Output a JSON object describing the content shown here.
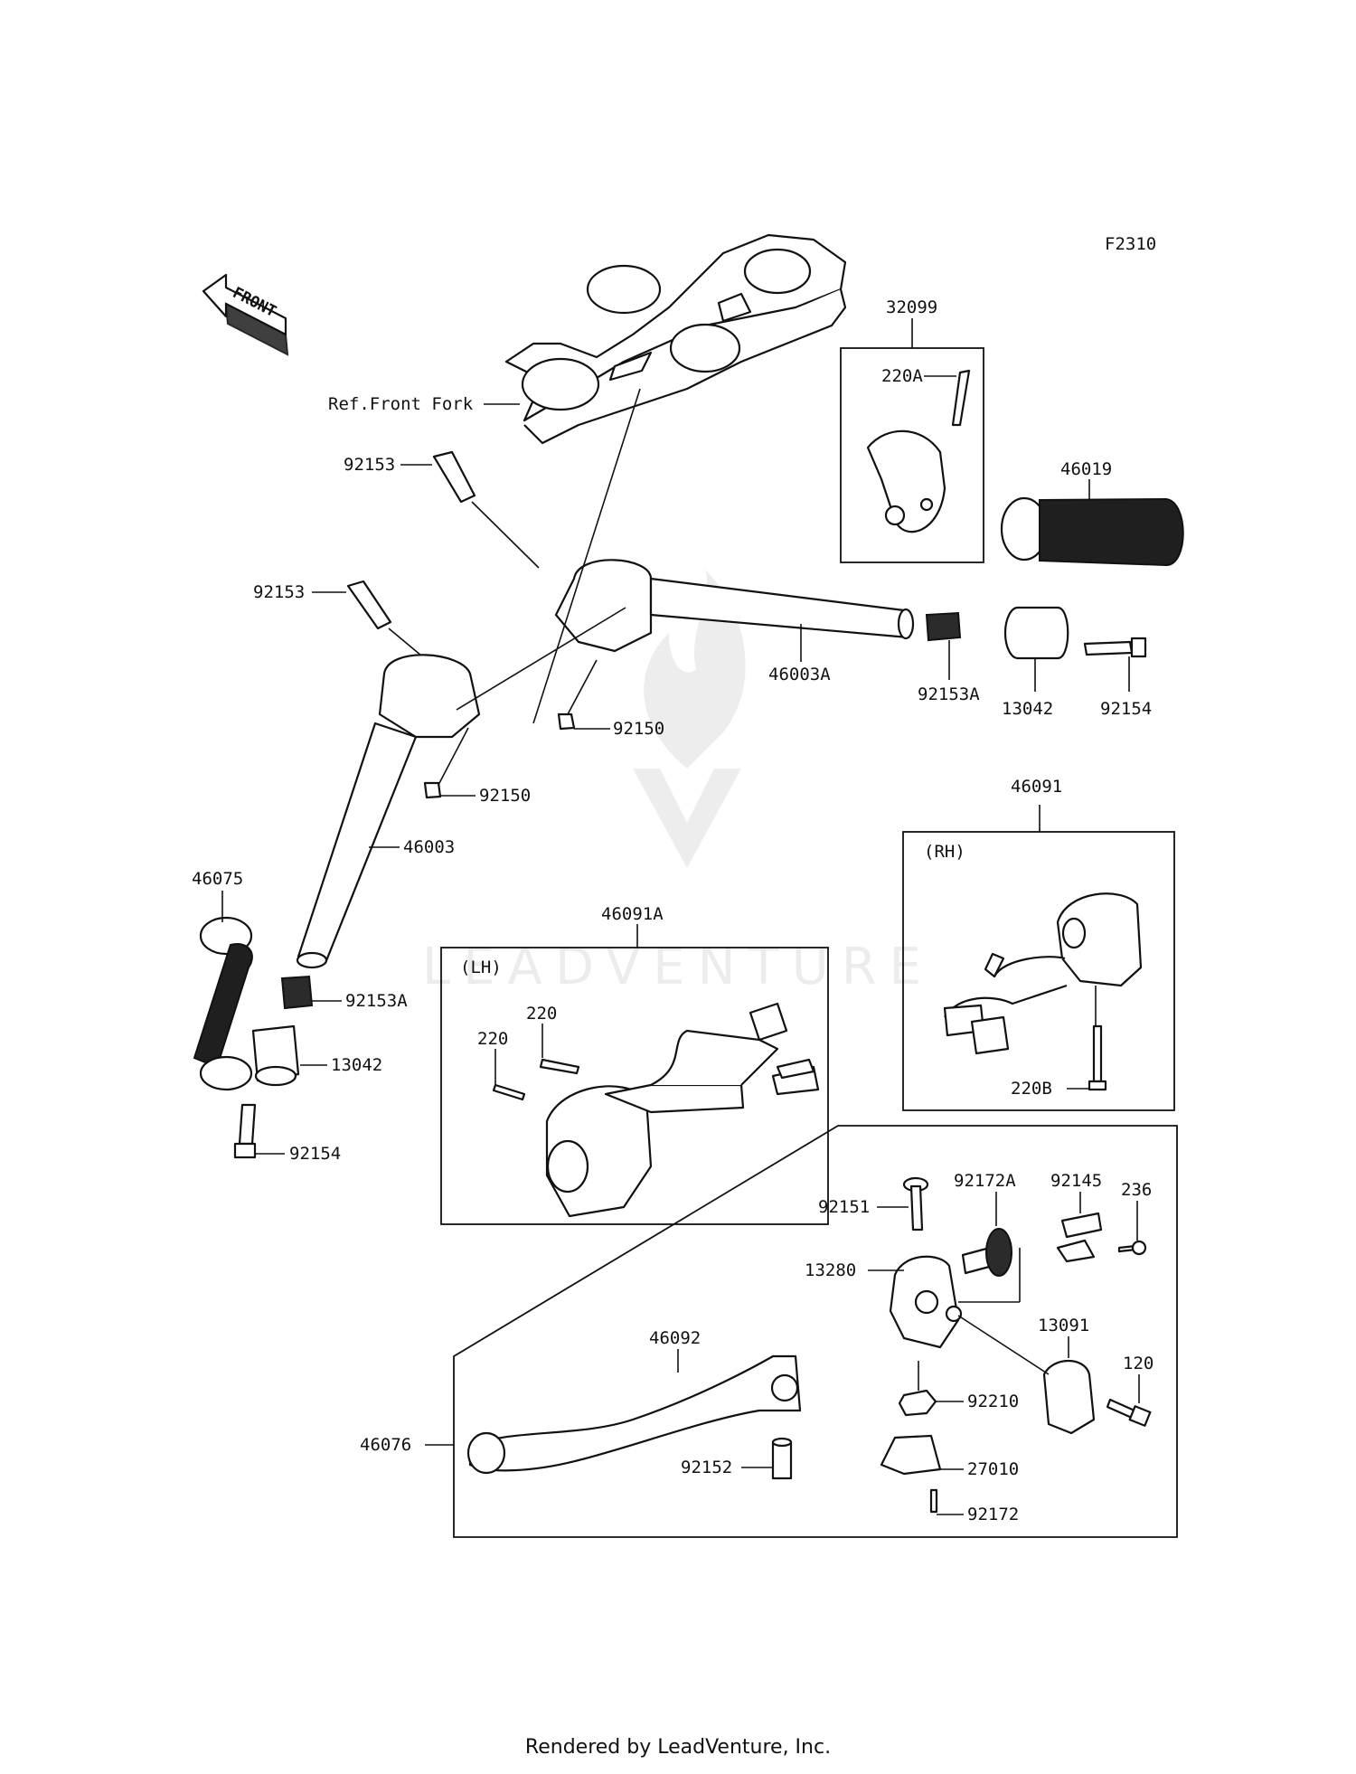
{
  "figure_code": "F2310",
  "direction_label": "FRONT",
  "reference_label": "Ref.Front Fork",
  "boxes": {
    "lh_tag": "(LH)",
    "rh_tag": "(RH)"
  },
  "parts": {
    "p32099": "32099",
    "p220A": "220A",
    "p46019": "46019",
    "p92153_top": "92153",
    "p92153_left": "92153",
    "p46003A": "46003A",
    "p92153A_right": "92153A",
    "p13042_right": "13042",
    "p92154_right": "92154",
    "p92150_a": "92150",
    "p92150_b": "92150",
    "p46003": "46003",
    "p46075": "46075",
    "p92153A_left": "92153A",
    "p13042_left": "13042",
    "p92154_left": "92154",
    "p46091A": "46091A",
    "p220_a": "220",
    "p220_b": "220",
    "p46091": "46091",
    "p220B": "220B",
    "p92172A": "92172A",
    "p92145": "92145",
    "p236": "236",
    "p92151": "92151",
    "p13280": "13280",
    "p46092": "46092",
    "p13091": "13091",
    "p120": "120",
    "p92210": "92210",
    "p46076": "46076",
    "p92152": "92152",
    "p27010": "27010",
    "p92172": "92172"
  },
  "watermark": "LEADVENTURE",
  "footer": "Rendered by LeadVenture, Inc."
}
